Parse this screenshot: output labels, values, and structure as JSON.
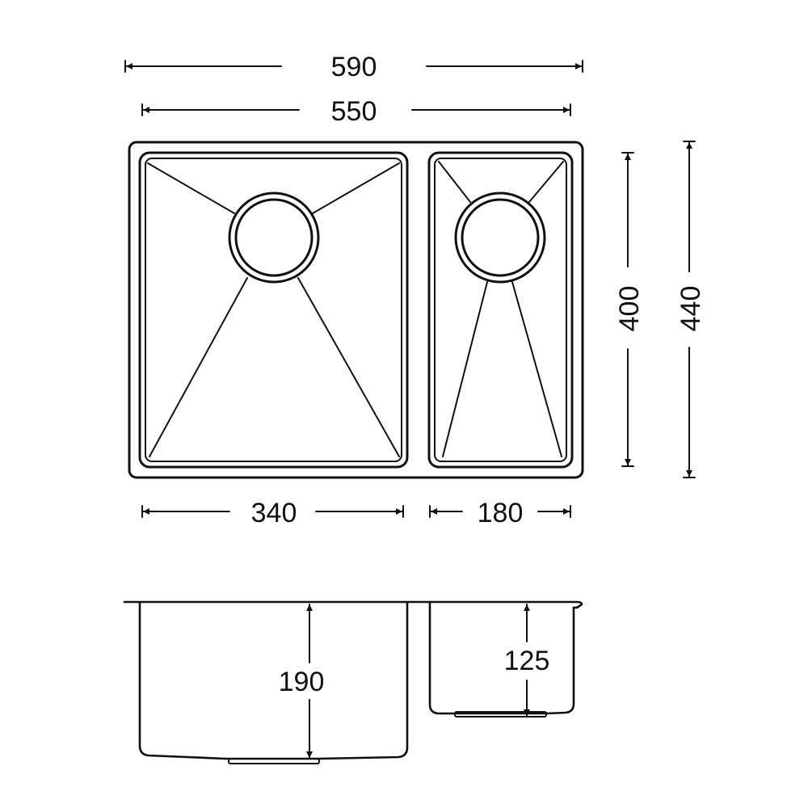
{
  "dimensions": {
    "overall_width": "590",
    "inner_width": "550",
    "large_bowl_width": "340",
    "small_bowl_width": "180",
    "inner_depth": "400",
    "overall_depth": "440",
    "large_bowl_height": "190",
    "small_bowl_height": "125"
  },
  "colors": {
    "line": "#111111",
    "background": "#ffffff"
  }
}
